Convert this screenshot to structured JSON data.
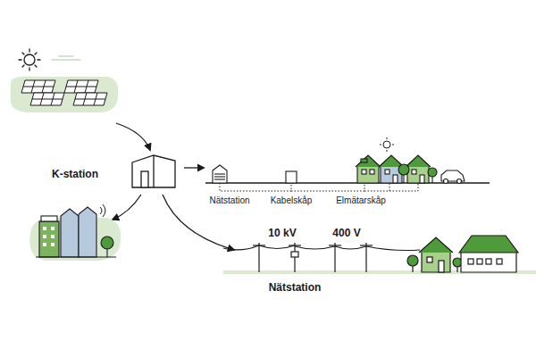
{
  "diagram": {
    "labels": [
      "K-station",
      "Nätstation",
      "Kabelskåp",
      "Elmätarskåp",
      "10 kV",
      "400 V",
      "Nätstation"
    ]
  }
}
